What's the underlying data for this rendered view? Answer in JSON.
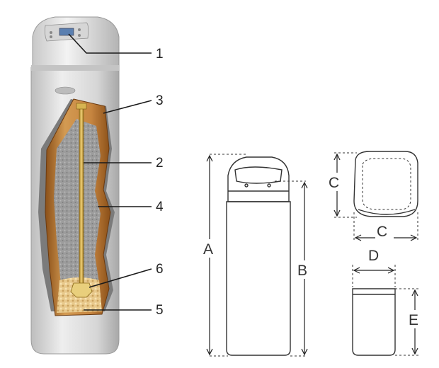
{
  "callouts": [
    {
      "number": "1"
    },
    {
      "number": "3"
    },
    {
      "number": "2"
    },
    {
      "number": "4"
    },
    {
      "number": "6"
    },
    {
      "number": "5"
    }
  ],
  "dimensions": {
    "a": "A",
    "b": "B",
    "c_side": "C",
    "c_bottom": "C",
    "d": "D",
    "e": "E"
  },
  "colors": {
    "cabinet": "#d9d9d9",
    "cabinet_shadow": "#a9a9a9",
    "tank_brown": "#b5702a",
    "tank_brown_light": "#e3b070",
    "resin_gray": "#9a9a9a",
    "riser_gold": "#c9a23a",
    "line": "#222222"
  }
}
